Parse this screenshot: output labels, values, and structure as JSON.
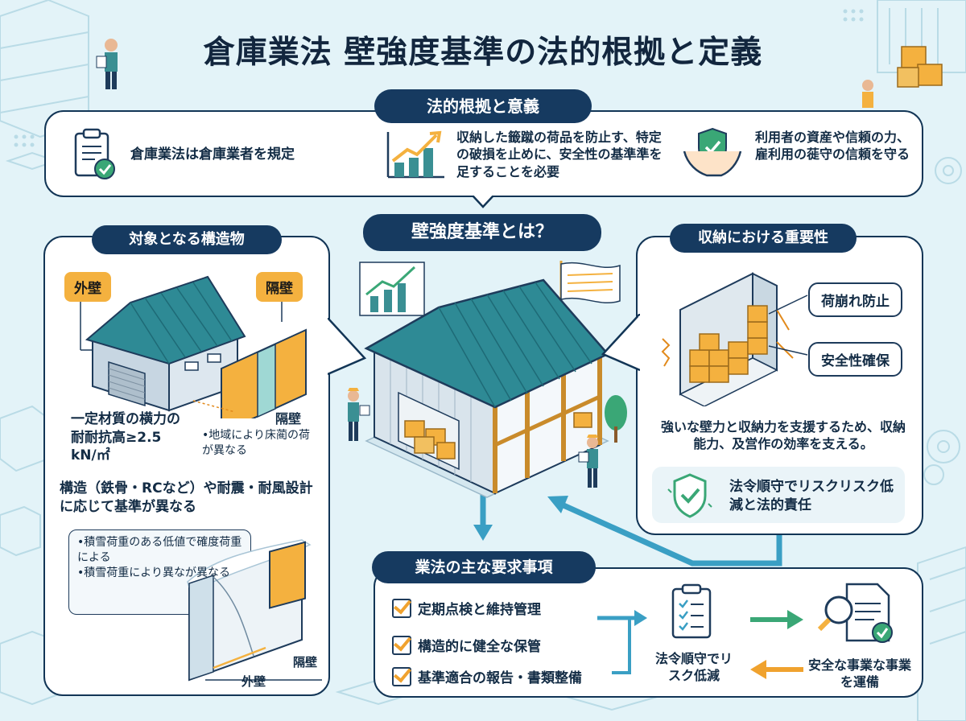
{
  "title": "倉庫業法 壁強度基準の法的根拠と定義",
  "legal_basis": {
    "heading": "法的根拠と意義",
    "items": [
      {
        "icon": "clipboard-check-icon",
        "text": "倉庫業法は倉庫業者を規定"
      },
      {
        "icon": "growth-chart-icon",
        "text": "収納した籤蹴の荷品を防止す、特定の破損を止めに、安全性の基準準を足することを必要"
      },
      {
        "icon": "shield-hands-icon",
        "text": "利用者の資産や信頼の力、雇利用の蓰守の信頼を守る"
      }
    ]
  },
  "center": {
    "heading": "壁強度基準とは？"
  },
  "structures": {
    "heading": "対象となる構造物",
    "tag_outer": "外壁",
    "tag_partition": "隔壁",
    "partition_label": "隔壁",
    "region_note": "•地域により床蔺の荷が異なる",
    "load_text": "一定材質の横力の耐耐抗高≥2.5 kN/㎡",
    "structure_note": "構造（鉄骨・RCなど）や耐震・耐風設計に応じて基準が異なる",
    "snow_notes": "•積雪荷重のある低値で確度荷重による\n•積雪荷重により異なが異なる",
    "label_partition2": "隔壁",
    "label_outer2": "外壁"
  },
  "storage": {
    "heading": "収納における重要性",
    "tag1": "荷崩れ防止",
    "tag2": "安全性確保",
    "description": "強いな壁力と収納力を支援するため、収納能力、及営作の効率を支える。",
    "compliance_text": "法令順守でリスクリスク低減と法的責任"
  },
  "requirements": {
    "heading": "業法の主な要求事項",
    "items": [
      "定期点検と維持管理",
      "構造的に健全な保管",
      "基準適合の報告・書類整備"
    ],
    "compliance_result": "法令順守でリスク低減",
    "safe_operation": "安全な事業な事業を運備"
  },
  "colors": {
    "navy": "#163a60",
    "orange": "#f4b13f",
    "teal": "#3a8f93",
    "green": "#3aa776",
    "light_blue_bg": "#e3f3f8",
    "arrow_blue": "#3a9fc4"
  }
}
